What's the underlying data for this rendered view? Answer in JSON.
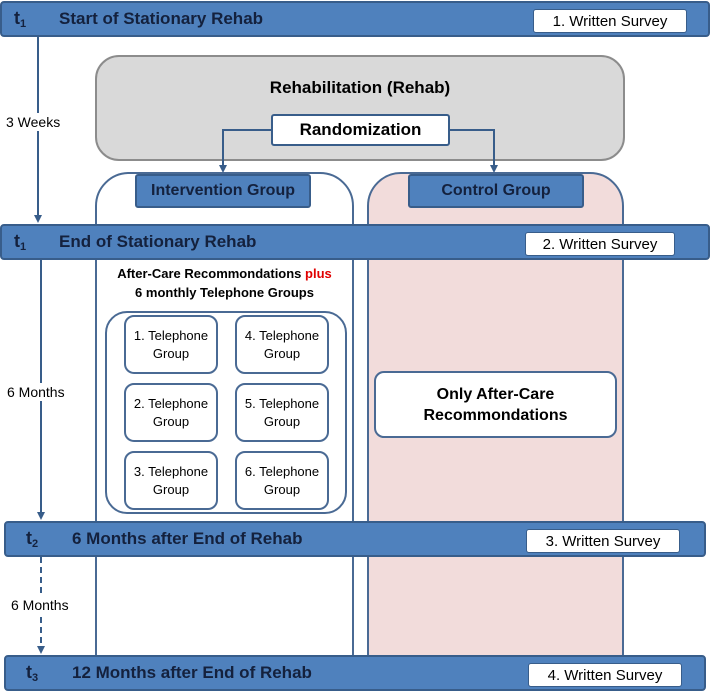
{
  "timepoints": [
    {
      "label": "t",
      "sub": "1",
      "title": "Start of Stationary Rehab",
      "survey": "1. Written Survey"
    },
    {
      "label": "t",
      "sub": "1",
      "title": "End of Stationary Rehab",
      "survey": "2. Written Survey"
    },
    {
      "label": "t",
      "sub": "2",
      "title": "6 Months after End of Rehab",
      "survey": "3. Written Survey"
    },
    {
      "label": "t",
      "sub": "3",
      "title": "12 Months after End of Rehab",
      "survey": "4. Written Survey"
    }
  ],
  "durations": [
    "3 Weeks",
    "6 Months",
    "6 Months"
  ],
  "rehab": {
    "title": "Rehabilitation (Rehab)",
    "randomization": "Randomization"
  },
  "groups": {
    "intervention": "Intervention Group",
    "control": "Control Group"
  },
  "intervention": {
    "aftercare_line1": "After-Care Recommondations",
    "plus": "plus",
    "aftercare_line2": "6 monthly Telephone Groups",
    "telephone_groups": [
      {
        "line1": "1. Telephone",
        "line2": "Group"
      },
      {
        "line1": "4. Telephone",
        "line2": "Group"
      },
      {
        "line1": "2. Telephone",
        "line2": "Group"
      },
      {
        "line1": "5. Telephone",
        "line2": "Group"
      },
      {
        "line1": "3. Telephone",
        "line2": "Group"
      },
      {
        "line1": "6. Telephone",
        "line2": "Group"
      }
    ]
  },
  "control": {
    "line1": "Only After-Care",
    "line2": "Recommondations"
  },
  "colors": {
    "band": "#4f81bd",
    "band_border": "#385d8a",
    "rehab": "#d9d9d9",
    "control": "#f2dcdb",
    "plus": "#e00000"
  }
}
